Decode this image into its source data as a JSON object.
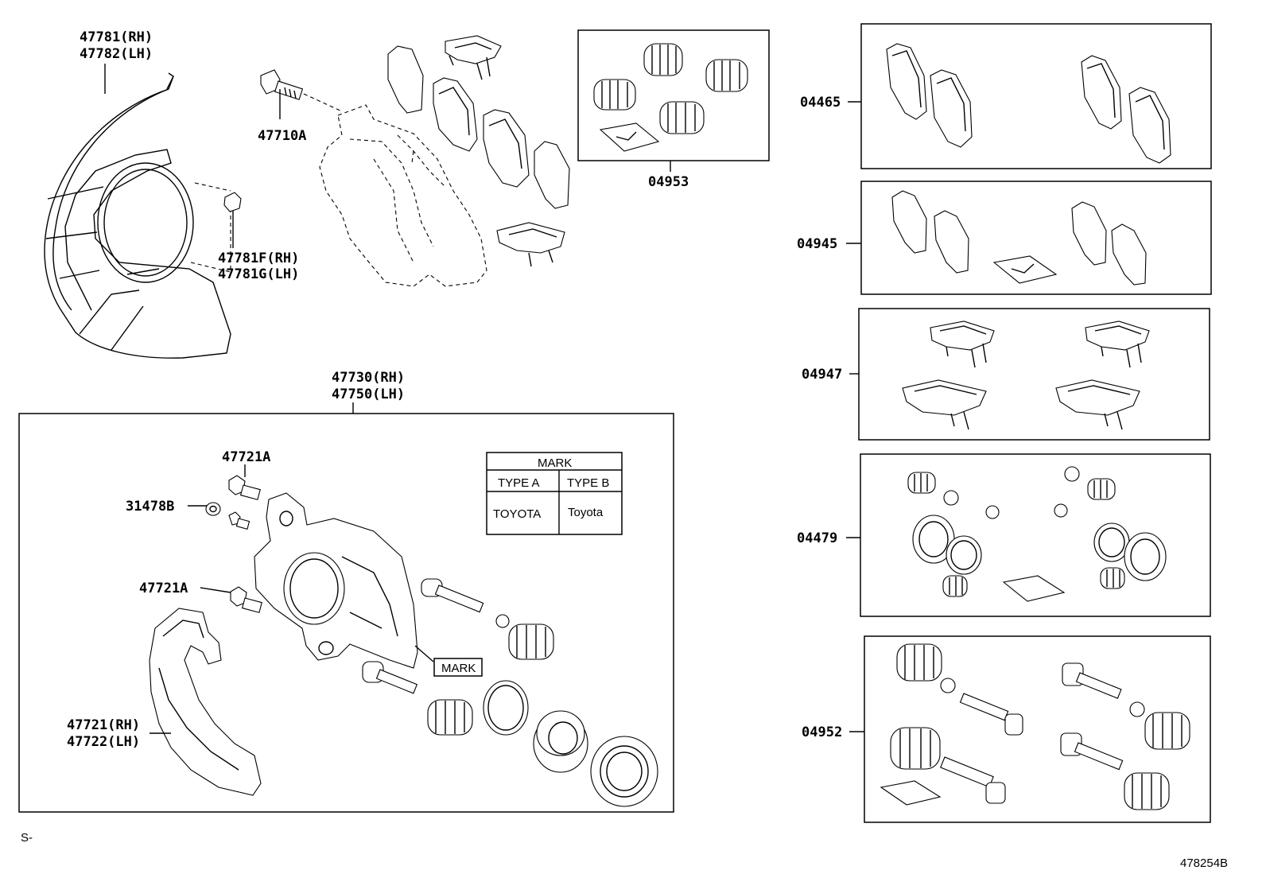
{
  "labels": {
    "shield": [
      "47781(RH)",
      "47782(LH)"
    ],
    "bolt_top": "47710A",
    "shield_bolt": [
      "47781F(RH)",
      "47781G(LH)"
    ],
    "boot_kit": "04953",
    "caliper_assy": [
      "47730(RH)",
      "47750(LH)"
    ],
    "bleeder_1": "47721A",
    "plug": "31478B",
    "bleeder_2": "47721A",
    "mounting": [
      "47721(RH)",
      "47722(LH)"
    ],
    "mark_callout": "MARK",
    "kit_pads": "04465",
    "kit_pads2": "04945",
    "kit_clips": "04947",
    "kit_seals": "04479",
    "kit_pins": "04952"
  },
  "mark_table": {
    "header": "MARK",
    "col_a": "TYPE A",
    "col_b": "TYPE B",
    "val_a": "TOYOTA",
    "val_b": "Toyota"
  },
  "footer": {
    "left": "S-",
    "right": "478254B"
  }
}
